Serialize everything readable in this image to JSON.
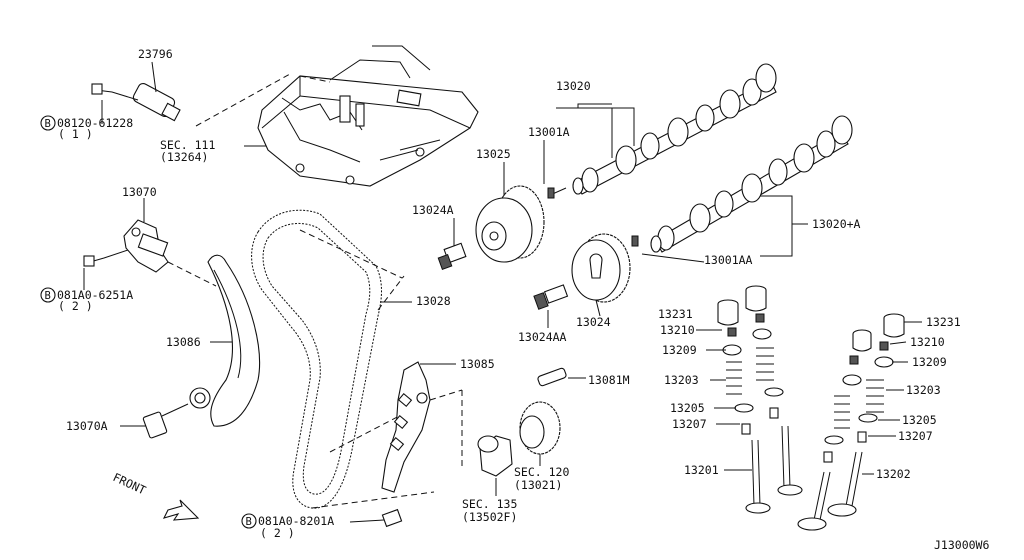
{
  "labels": {
    "p23796": "23796",
    "bolt_a": "08120-61228",
    "bolt_a_qty": "( 1 )",
    "sec111": "SEC. 111",
    "sec111_ref": "(13264)",
    "p13020": "13020",
    "p13001A": "13001A",
    "p13025": "13025",
    "p13070": "13070",
    "p13024A": "13024A",
    "p13020A": "13020+A",
    "p13001AA": "13001AA",
    "bolt_b": "081A0-6251A",
    "bolt_b_qty": "( 2 )",
    "p13028": "13028",
    "p13024": "13024",
    "p13024AA": "13024AA",
    "p13231L": "13231",
    "p13231R": "13231",
    "p13210L": "13210",
    "p13210R": "13210",
    "p13209L": "13209",
    "p13209R": "13209",
    "p13086": "13086",
    "p13085": "13085",
    "p13081M": "13081M",
    "p13203L": "13203",
    "p13203R": "13203",
    "p13205L": "13205",
    "p13205R": "13205",
    "p13070A": "13070A",
    "p13207L": "13207",
    "p13207R": "13207",
    "sec120": "SEC. 120",
    "sec120_ref": "(13021)",
    "p13201": "13201",
    "p13202": "13202",
    "front": "FRONT",
    "sec135": "SEC. 135",
    "sec135_ref": "(13502F)",
    "bolt_c": "081A0-8201A",
    "bolt_c_qty": "( 2 )",
    "diagram_code": "J13000W6"
  },
  "icons": {
    "bolt_marker": "circled-B",
    "bolt_marker_text": "B"
  }
}
